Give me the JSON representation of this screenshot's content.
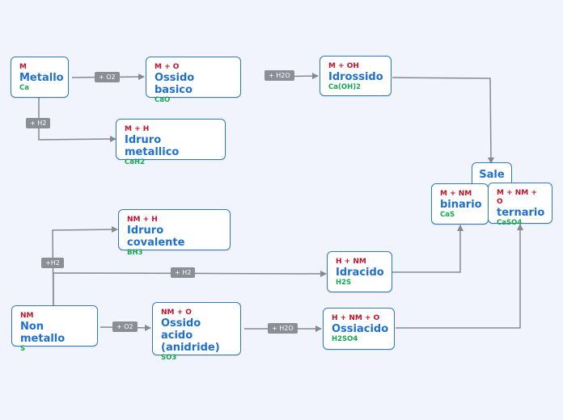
{
  "nodes": {
    "metallo": {
      "top": "M",
      "main": "Metallo",
      "sub": "Ca"
    },
    "ossido_basico": {
      "top": "M + O",
      "main": "Ossido basico",
      "sub": "CaO"
    },
    "idrossido": {
      "top": "M + OH",
      "main": "Idrossido",
      "sub": "Ca(OH)2"
    },
    "idruro_metallico": {
      "top": "M + H",
      "main": "Idruro metallico",
      "sub": "CaH2"
    },
    "sale": {
      "main": "Sale"
    },
    "binario": {
      "top": "M + NM",
      "main": "binario",
      "sub": "CaS"
    },
    "ternario": {
      "top": "M + NM + O",
      "main": "ternario",
      "sub": "CaSO4"
    },
    "idruro_covalente": {
      "top": "NM + H",
      "main": "Idruro covalente",
      "sub": "BH3"
    },
    "idracido": {
      "top": "H + NM",
      "main": "Idracido",
      "sub": "H2S"
    },
    "non_metallo": {
      "top": "NM",
      "main": "Non metallo",
      "sub": "S"
    },
    "ossido_acido": {
      "top": "NM + O",
      "main": "Ossido acido (anidride)",
      "sub": "SO3"
    },
    "ossiacido": {
      "top": "H + NM + O",
      "main": "Ossiacido",
      "sub": "H2SO4"
    }
  },
  "edges": {
    "metallo_o2": "+ O2",
    "ossido_basico_h2o": "+ H2O",
    "metallo_h2": "+ H2",
    "nonmetallo_h2_cov": "+H2",
    "nonmetallo_h2": "+ H2",
    "nonmetallo_o2": "+ O2",
    "ossido_acido_h2o": "+ H2O"
  },
  "colors": {
    "node_border": "#2f78c4",
    "top_text": "#c0132b",
    "main_text": "#1f6fcf",
    "sub_text": "#13a84e",
    "connector": "#858a92",
    "label_bg": "#8a8e95",
    "background": "#f1f4fd"
  }
}
